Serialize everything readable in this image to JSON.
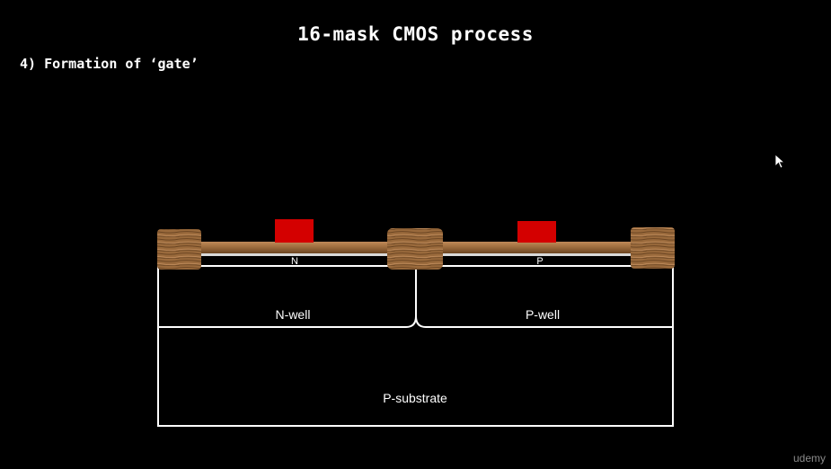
{
  "slide": {
    "title": "16-mask CMOS process",
    "subtitle": "4) Formation of ‘gate’"
  },
  "diagram": {
    "labels": {
      "n_region": "N",
      "p_region": "P",
      "n_well": "N-well",
      "p_well": "P-well",
      "substrate": "P-substrate"
    },
    "colors": {
      "gate": "#d40000",
      "oxide": "#a07045",
      "lines": "#ffffff"
    }
  },
  "branding": {
    "watermark": "udemy"
  },
  "icons": {
    "cursor": "mouse-pointer-icon"
  }
}
